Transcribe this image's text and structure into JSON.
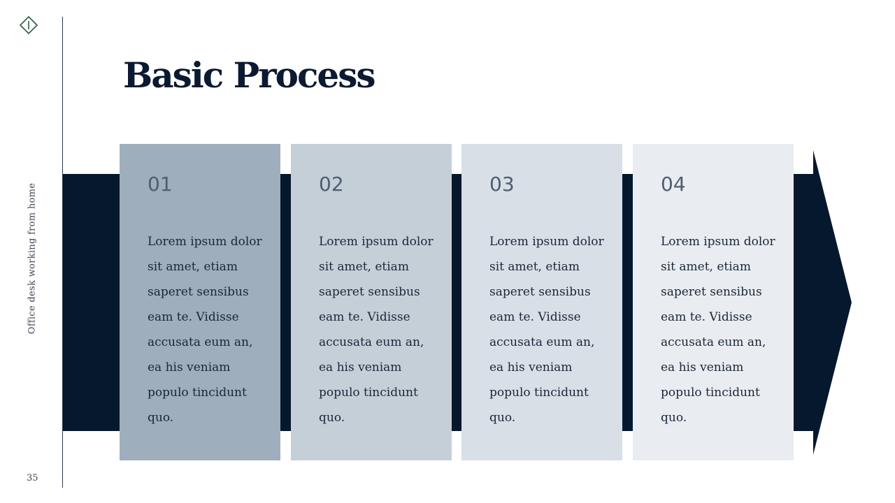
{
  "slide": {
    "title": "Basic Process",
    "side_label": "Office desk working from home",
    "page_number": "35"
  },
  "steps": [
    {
      "number": "01",
      "text": "Lorem ipsum dolor sit amet, etiam saperet sensibus eam te. Vidisse accusata eum an, ea his veniam populo tincidunt quo.",
      "color": "#9eaebc"
    },
    {
      "number": "02",
      "text": "Lorem ipsum dolor sit amet, etiam saperet sensibus eam te. Vidisse accusata eum an, ea his veniam populo tincidunt quo.",
      "color": "#c5cfd8"
    },
    {
      "number": "03",
      "text": "Lorem ipsum dolor sit amet, etiam saperet sensibus eam te. Vidisse accusata eum an, ea his veniam populo tincidunt quo.",
      "color": "#d8dfe6"
    },
    {
      "number": "04",
      "text": "Lorem ipsum dolor sit amet, etiam saperet sensibus eam te. Vidisse accusata eum an, ea his veniam populo tincidunt quo.",
      "color": "#e9edf1"
    }
  ],
  "colors": {
    "band": "#06182d",
    "title": "#0b1a30",
    "logo": "#2e5b45"
  },
  "icons": {
    "logo": "diamond-logo-icon"
  }
}
